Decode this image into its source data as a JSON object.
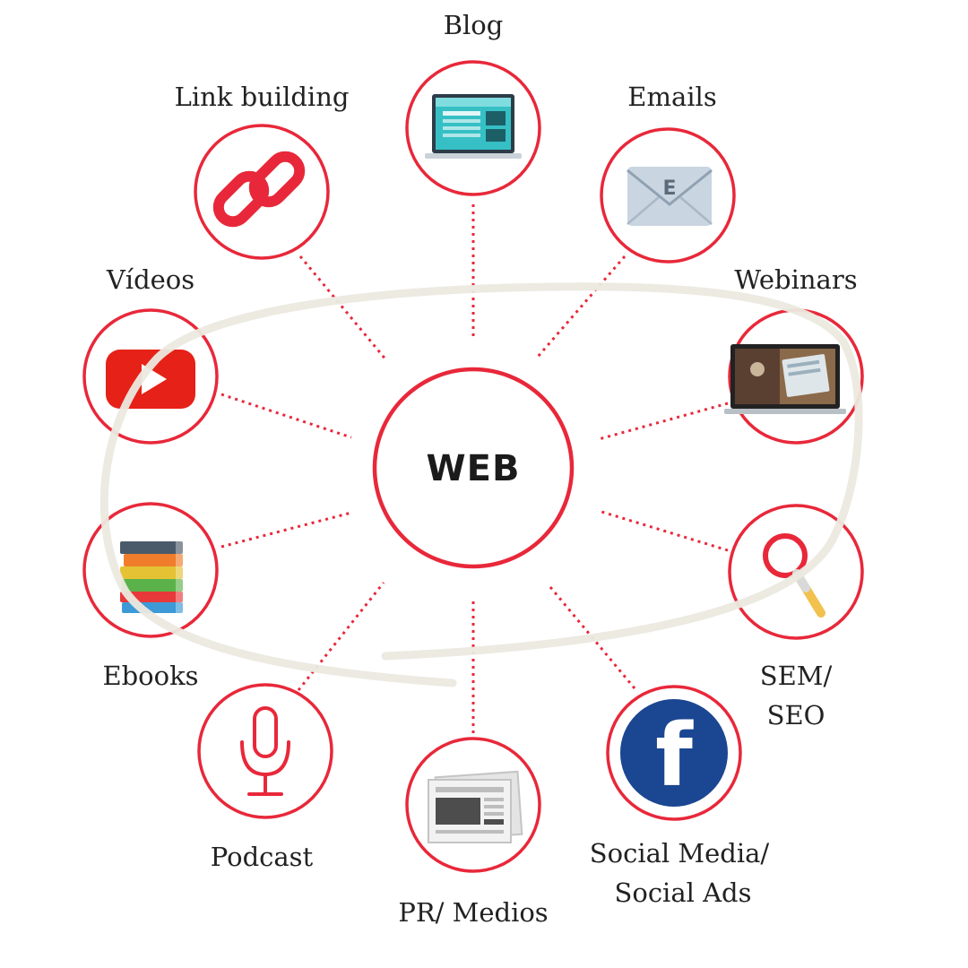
{
  "center": {
    "label": "WEB"
  },
  "nodes": {
    "blog": {
      "label": "Blog",
      "icon": "laptop-blog-icon"
    },
    "emails": {
      "label": "Emails",
      "icon": "envelope-icon",
      "icon_letter": "E"
    },
    "webinars": {
      "label": "Webinars",
      "icon": "laptop-webinar-icon"
    },
    "sem_seo": {
      "label_line1": "SEM/",
      "label_line2": "SEO",
      "icon": "magnifier-icon"
    },
    "social": {
      "label_line1": "Social Media/",
      "label_line2": "Social Ads",
      "icon": "facebook-icon",
      "icon_letter": "f"
    },
    "pr": {
      "label": "PR/ Medios",
      "icon": "newspaper-icon"
    },
    "podcast": {
      "label": "Podcast",
      "icon": "microphone-icon"
    },
    "ebooks": {
      "label": "Ebooks",
      "icon": "books-icon"
    },
    "videos": {
      "label": "Vídeos",
      "icon": "youtube-play-icon"
    },
    "link_building": {
      "label": "Link building",
      "icon": "chain-link-icon"
    }
  },
  "colors": {
    "ring": "#e8283a",
    "connector": "#e8283a",
    "highlight_stroke": "#ebe9df",
    "youtube": "#e62117",
    "facebook": "#1b4692"
  }
}
